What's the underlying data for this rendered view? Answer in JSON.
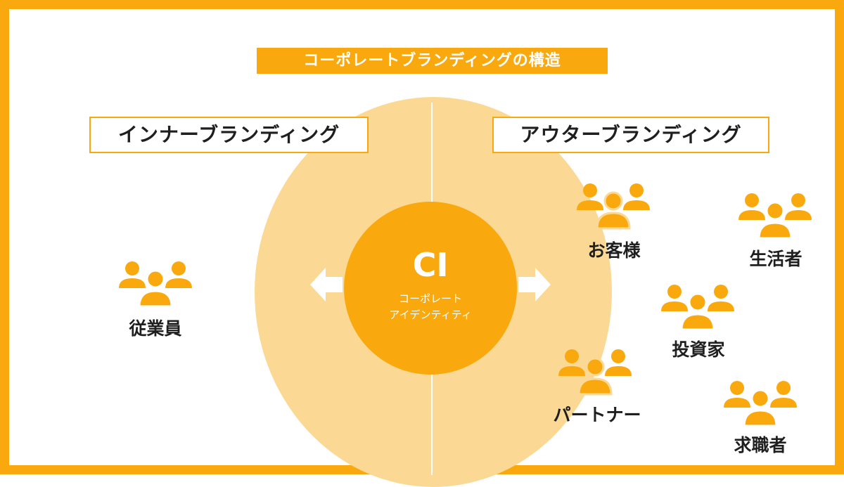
{
  "title": "コーポレートブランディングの構造",
  "inner_branding_label": "インナーブランディング",
  "outer_branding_label": "アウターブランディング",
  "center": {
    "main": "CI",
    "sub_line1": "コーポレート",
    "sub_line2": "アイデンティティ"
  },
  "inner_groups": [
    {
      "label": "従業員",
      "icon": "people-group-icon"
    }
  ],
  "outer_groups": [
    {
      "label": "お客様",
      "icon": "people-group-icon"
    },
    {
      "label": "生活者",
      "icon": "people-group-icon"
    },
    {
      "label": "投資家",
      "icon": "people-group-icon"
    },
    {
      "label": "パートナー",
      "icon": "people-group-icon"
    },
    {
      "label": "求職者",
      "icon": "people-group-icon"
    }
  ],
  "colors": {
    "accent": "#f9a90e",
    "light_accent": "#fbd994",
    "text": "#1f1f1f",
    "background": "#ffffff"
  }
}
